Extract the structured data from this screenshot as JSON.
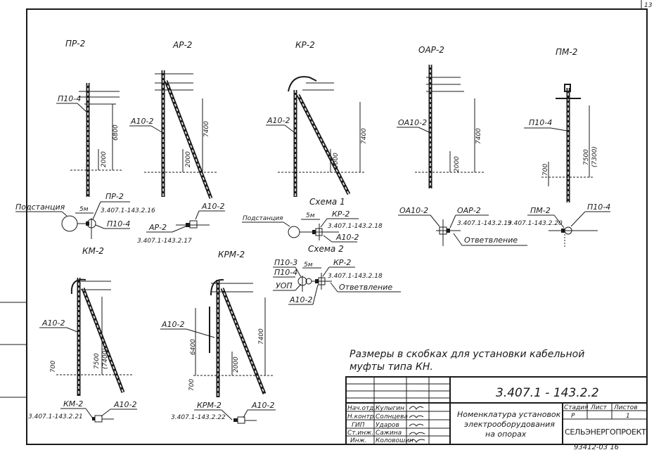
{
  "sheet_number": "13",
  "poles": [
    {
      "title": "ПР-2",
      "equipment": "П10-4",
      "dims": [
        "6800",
        "2000"
      ]
    },
    {
      "title": "АР-2",
      "equipment": "А10-2",
      "dims": [
        "7400",
        "2000"
      ]
    },
    {
      "title": "КР-2",
      "equipment": "А10-2",
      "dims": [
        "7400",
        "2000"
      ]
    },
    {
      "title": "ОАР-2",
      "equipment": "ОА10-2",
      "dims": [
        "7400",
        "2000"
      ]
    },
    {
      "title": "ПМ-2",
      "equipment": "П10-4",
      "dims": [
        "7500",
        "(7300)",
        "700"
      ]
    },
    {
      "title": "КМ-2",
      "equipment": "А10-2",
      "dims": [
        "7500",
        "(7400)",
        "700"
      ]
    },
    {
      "title": "КРМ-2",
      "equipment": "А10-2",
      "dims": [
        "6400",
        "7400",
        "2000",
        "700"
      ]
    }
  ],
  "schemes": {
    "pr2": {
      "substation": "Подстанция",
      "distance": "5м",
      "type": "ПР-2",
      "ref": "3.407.1-143.2.16",
      "device": "П10-4"
    },
    "ar2": {
      "device": "А10-2",
      "type": "АР-2",
      "ref": "3.407.1-143.2.17"
    },
    "scheme1": {
      "title": "Схема 1",
      "substation": "Подстанция",
      "distance": "5м",
      "type": "КР-2",
      "ref": "3.407.1-143.2.18",
      "device": "А10-2"
    },
    "scheme2": {
      "title": "Схема 2",
      "dev1": "П10-3",
      "dev2": "П10-4",
      "dev3": "УОП",
      "distance": "5м",
      "type": "КР-2",
      "ref": "3.407.1-143.2.18",
      "branch": "Ответвление",
      "device": "А10-2"
    },
    "oar2": {
      "device": "ОА10-2",
      "type": "ОАР-2",
      "ref": "3.407.1-143.2.19",
      "branch": "Ответвление"
    },
    "pm2": {
      "type": "ПМ-2",
      "ref": "3.407.1-143.2.20",
      "device": "П10-4"
    },
    "km2": {
      "type": "КМ-2",
      "ref": "3.407.1-143.2.21",
      "device": "А10-2"
    },
    "krm2": {
      "type": "КРМ-2",
      "ref": "3.407.1-143.2.22",
      "device": "А10-2"
    }
  },
  "note": [
    "Размеры в скобках для установки кабельной",
    "муфты типа КН."
  ],
  "title_block": {
    "code": "3.407.1 - 143.2.2",
    "name": [
      "Номенклатура установок",
      "электрооборудования",
      "на опорах"
    ],
    "roles": [
      {
        "role": "Нач.отд.",
        "name": "Кулыгин"
      },
      {
        "role": "Н.контр.",
        "name": "Солнцева"
      },
      {
        "role": "ГИП",
        "name": "Ударов"
      },
      {
        "role": "Ст.инж.",
        "name": "Сажина"
      },
      {
        "role": "Инж.",
        "name": "Коловошин"
      }
    ],
    "stage_label": "Стадия",
    "sheet_label": "Лист",
    "sheets_label": "Листов",
    "stage": "Р",
    "sheets": "1",
    "organization": "СЕЛЬЭНЕРГОПРОЕКТ",
    "archive_number": "93412-03   16"
  }
}
